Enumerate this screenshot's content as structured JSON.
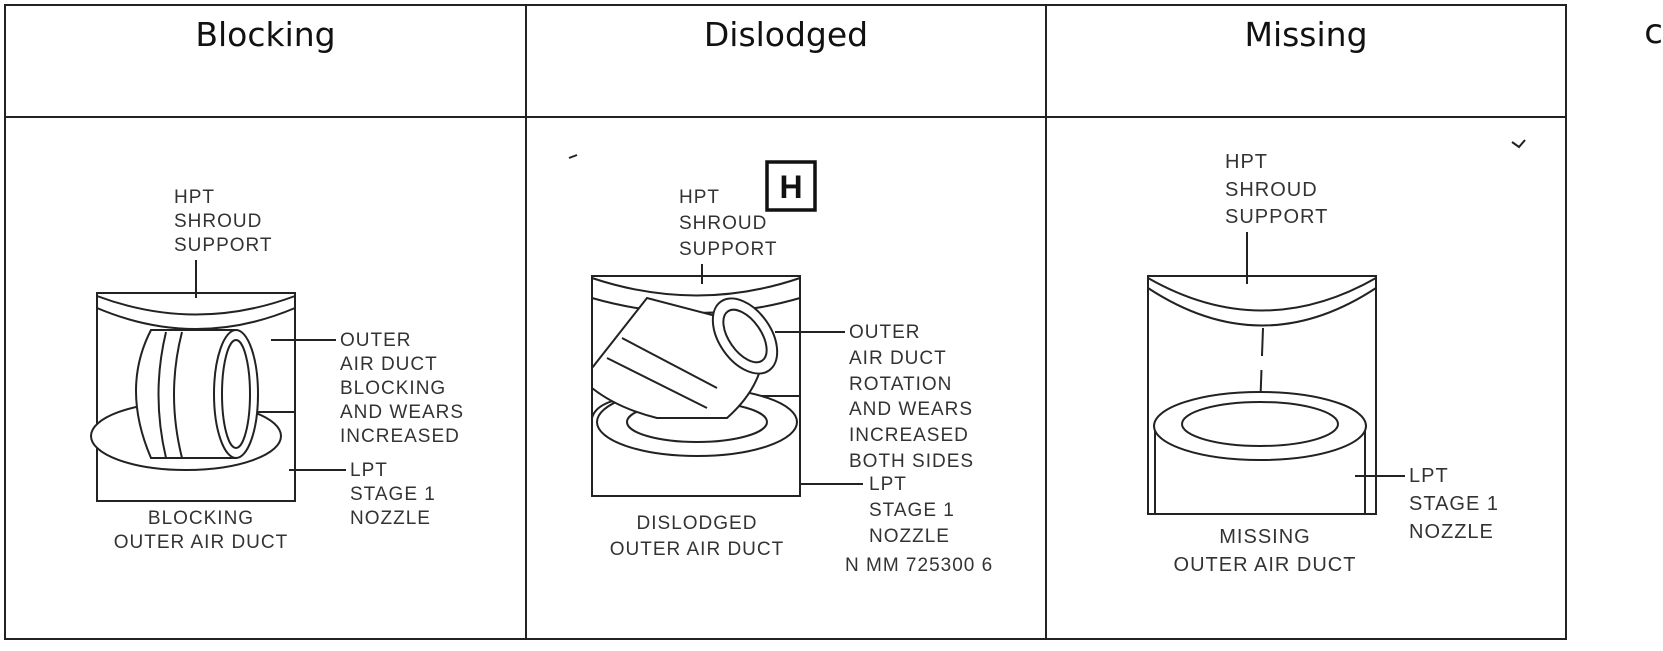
{
  "columns": [
    {
      "header": "Blocking"
    },
    {
      "header": "Dislodged"
    },
    {
      "header": "Missing"
    }
  ],
  "blocking": {
    "hpt_label": [
      "HPT",
      "SHROUD",
      "SUPPORT"
    ],
    "duct_label": [
      "OUTER",
      "AIR DUCT",
      "BLOCKING",
      "AND WEARS",
      "INCREASED"
    ],
    "lpt_label": [
      "LPT",
      "STAGE 1",
      "NOZZLE"
    ],
    "caption": [
      "BLOCKING",
      "OUTER AIR DUCT"
    ]
  },
  "dislodged": {
    "badge": "H",
    "hpt_label": [
      "HPT",
      "SHROUD",
      "SUPPORT"
    ],
    "duct_label": [
      "OUTER",
      "AIR DUCT",
      "ROTATION",
      "AND WEARS",
      "INCREASED",
      "BOTH SIDES"
    ],
    "lpt_label": [
      "LPT",
      "STAGE 1",
      "NOZZLE"
    ],
    "caption": [
      "DISLODGED",
      "OUTER AIR DUCT"
    ],
    "ref": "N  MM  725300  6"
  },
  "missing": {
    "hpt_label": [
      "HPT",
      "SHROUD",
      "SUPPORT"
    ],
    "lpt_label": [
      "LPT",
      "STAGE 1",
      "NOZZLE"
    ],
    "caption": [
      "MISSING",
      "OUTER AIR DUCT"
    ]
  },
  "edge_glyph": "c"
}
